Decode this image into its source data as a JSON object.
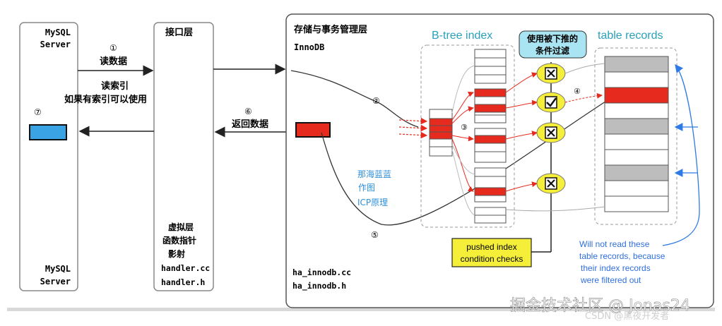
{
  "mysql_server": {
    "top_label_1": "MySQL",
    "top_label_2": "Server",
    "bottom_label_1": "MySQL",
    "bottom_label_2": "Server",
    "step7": "⑦"
  },
  "interface_layer": {
    "title": "接口层",
    "virtual_1": "虚拟层",
    "virtual_2": "函数指针",
    "virtual_3": "影射",
    "file_1": "handler.cc",
    "file_2": "handler.h"
  },
  "arrows": {
    "step1": "①",
    "read_data": "读数据",
    "read_index": "读索引",
    "if_index": "如果有索引可以使用",
    "step6": "⑥",
    "return_data": "返回数据"
  },
  "storage_layer": {
    "title": "存储与事务管理层",
    "engine": "InnoDB",
    "file_1": "ha_innodb.cc",
    "file_2": "ha_innodb.h",
    "step2": "②",
    "step3": "③",
    "step4": "④",
    "step5": "⑤",
    "author_1": "那海蓝蓝",
    "author_2": "作图",
    "author_3": "ICP原理"
  },
  "btree": {
    "title": "B-tree index"
  },
  "records": {
    "title": "table records"
  },
  "pushdown_box": {
    "line1": "使用被下推的",
    "line2": "条件过滤"
  },
  "pushed_box": {
    "line1": "pushed index",
    "line2": "condition checks"
  },
  "note": {
    "line1": "Will not read these",
    "line2": "table records, because",
    "line3": "their index records",
    "line4": "were filtered out"
  },
  "watermark": {
    "text": "掘金技术社区 @ Jonas24",
    "csdn": "CSDN @黑夜开发者"
  },
  "colors": {
    "index_red": "#e62b1e",
    "blue": "#2f7ae6",
    "yellow": "#f6ef3a",
    "cyan": "#a9e4f2",
    "panel_border": "#555555"
  }
}
